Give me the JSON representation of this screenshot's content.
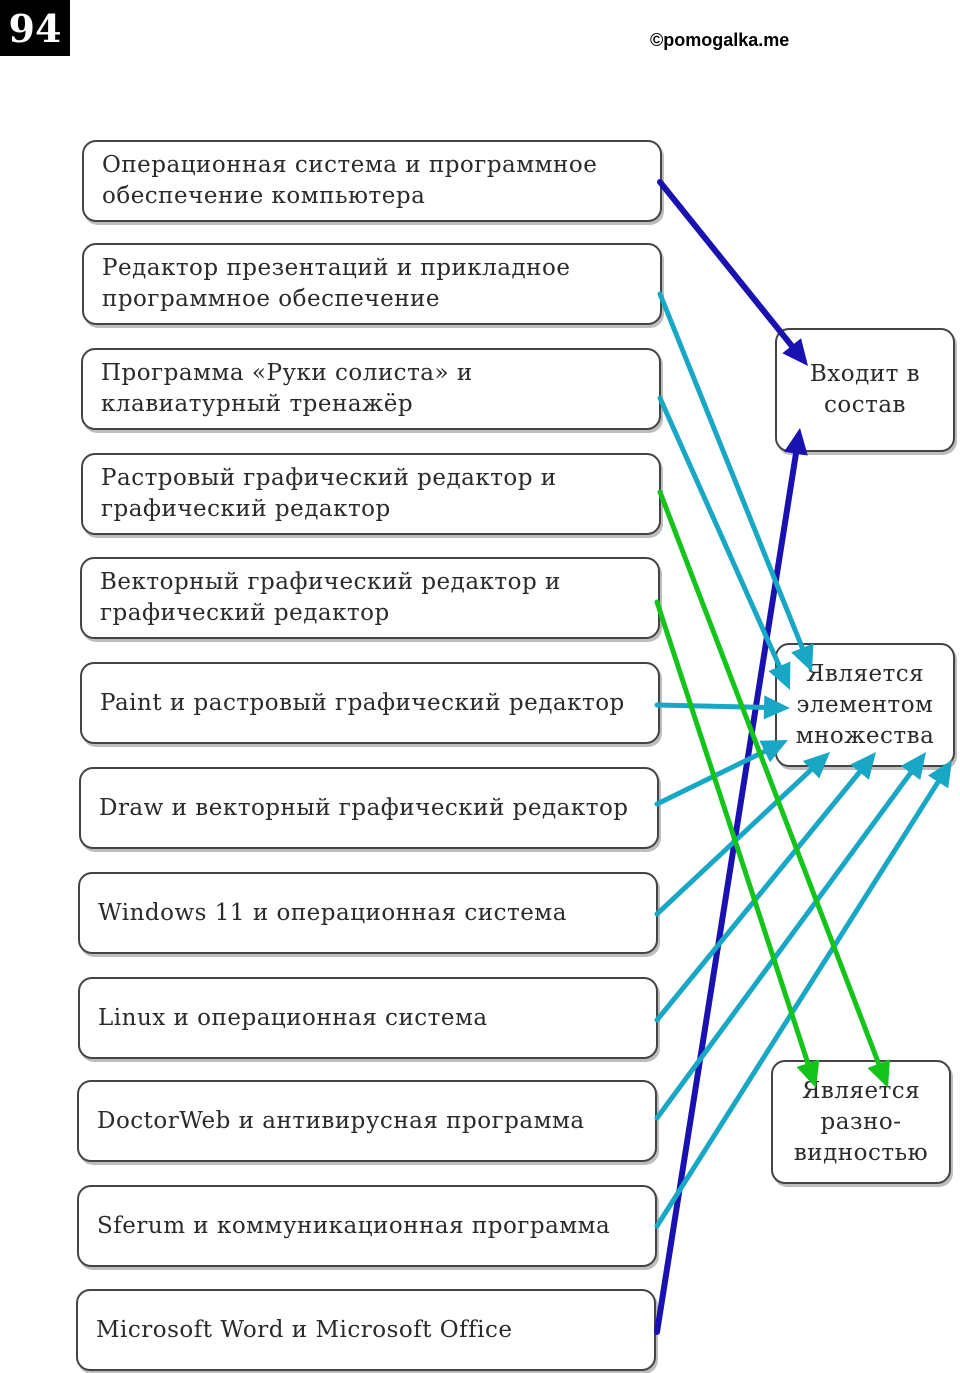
{
  "page_number": "94",
  "watermark": "©pomogalka.me",
  "pairs": [
    "Операционная система и программное обеспечение компьютера",
    "Редактор презентаций и прикладное программное обеспечение",
    "Программа «Руки солиста» и клавиатурный тренажёр",
    "Растровый графический редактор и графический редактор",
    "Векторный графический редактор и графический редактор",
    "Paint и растровый графический редактор",
    "Draw и векторный графический редактор",
    "Windows 11 и операционная система",
    "Linux и операционная система",
    "DoctorWeb и антивирусная программа",
    "Sferum и коммуникационная программа",
    "Microsoft Word и Microsoft Office"
  ],
  "relations": [
    "Входит в состав",
    "Является элементом множества",
    "Является разно-видностью"
  ],
  "colors": {
    "part_of": "#1a12b0",
    "element_of": "#18a7c4",
    "kind_of": "#14c41a"
  },
  "links": [
    {
      "pair": 0,
      "relation": 0,
      "color": "part_of"
    },
    {
      "pair": 11,
      "relation": 0,
      "color": "part_of"
    },
    {
      "pair": 1,
      "relation": 1,
      "color": "element_of"
    },
    {
      "pair": 2,
      "relation": 1,
      "color": "element_of"
    },
    {
      "pair": 5,
      "relation": 1,
      "color": "element_of"
    },
    {
      "pair": 6,
      "relation": 1,
      "color": "element_of"
    },
    {
      "pair": 7,
      "relation": 1,
      "color": "element_of"
    },
    {
      "pair": 8,
      "relation": 1,
      "color": "element_of"
    },
    {
      "pair": 9,
      "relation": 1,
      "color": "element_of"
    },
    {
      "pair": 10,
      "relation": 1,
      "color": "element_of"
    },
    {
      "pair": 3,
      "relation": 2,
      "color": "kind_of"
    },
    {
      "pair": 4,
      "relation": 2,
      "color": "kind_of"
    }
  ]
}
